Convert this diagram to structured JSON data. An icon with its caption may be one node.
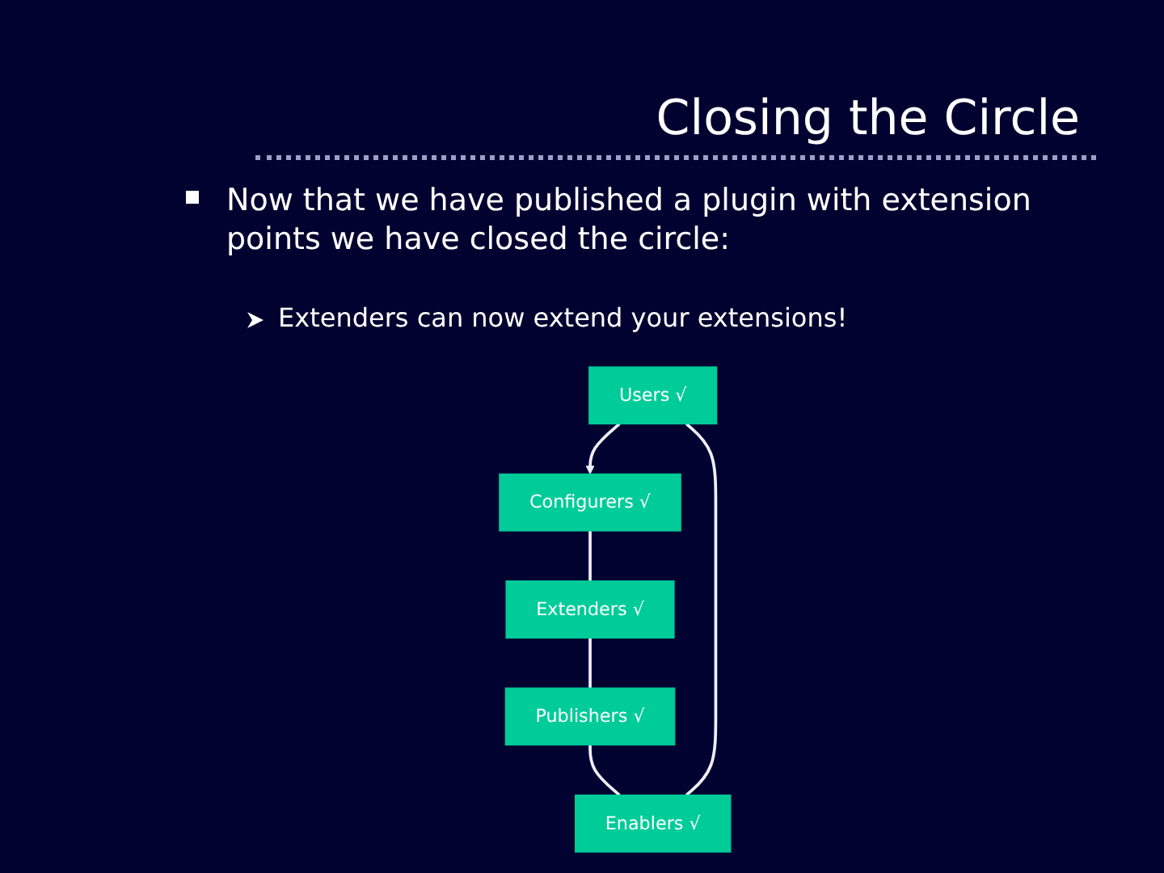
{
  "diagram": {
    "title": "Closing the Circle",
    "nodes": [
      {
        "text": [
          "Users √"
        ]
      },
      {
        "text": [
          "Enablers √"
        ]
      },
      {
        "text": [
          "Configurers √"
        ]
      },
      {
        "text": [
          "Publishers √"
        ]
      },
      {
        "text": [
          "Extenders √"
        ]
      }
    ],
    "edges": [
      {
        "from": 0,
        "to": 2,
        "arrow": "to"
      },
      {
        "from": 2,
        "to": 4,
        "arrow": "none"
      },
      {
        "from": 4,
        "to": 3,
        "arrow": "none"
      },
      {
        "from": 3,
        "to": 1,
        "arrow": "none"
      },
      {
        "from": 1,
        "to": 0,
        "arrow": "none"
      }
    ],
    "labels": [
      "Now that we have published a plugin with extension points we have closed the circle:",
      "Extenders can now extend your extensions!"
    ]
  }
}
